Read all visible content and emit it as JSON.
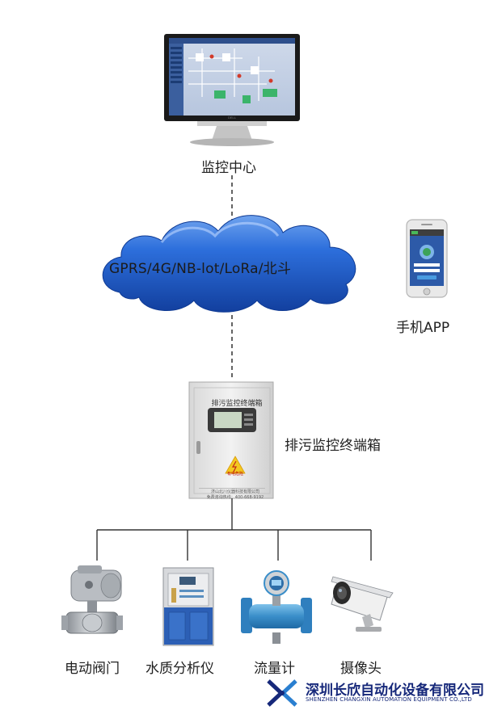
{
  "nodes": {
    "monitor_center": "监控中心",
    "network": "GPRS/4G/NB-lot/LoRa/北斗",
    "mobile_app": "手机APP",
    "terminal_box": "排污监控终端箱"
  },
  "terminal_box_panel": {
    "top_label": "排污监控终端箱",
    "warning_label": "有电危险",
    "company_line": "济山北川仪器科技有限公司",
    "hotline": "免费咨询热线：400-668-9192"
  },
  "devices": [
    {
      "label": "电动阀门",
      "icon": "electric-valve-icon"
    },
    {
      "label": "水质分析仪",
      "icon": "water-quality-analyzer-icon"
    },
    {
      "label": "流量计",
      "icon": "flowmeter-icon"
    },
    {
      "label": "摄像头",
      "icon": "camera-icon"
    }
  ],
  "brand": {
    "name_cn": "深圳长欣自动化设备有限公司",
    "name_en": "SHENZHEN CHANGXIN AUTOMATION EQUIPMENT CO.,LTD",
    "logo_icon": "changxin-logo-icon"
  },
  "colors": {
    "cloud": "#1f5fd1",
    "cabinet": "#e6e6e6",
    "brand": "#16287a",
    "flowmeter": "#3a8ec9"
  }
}
